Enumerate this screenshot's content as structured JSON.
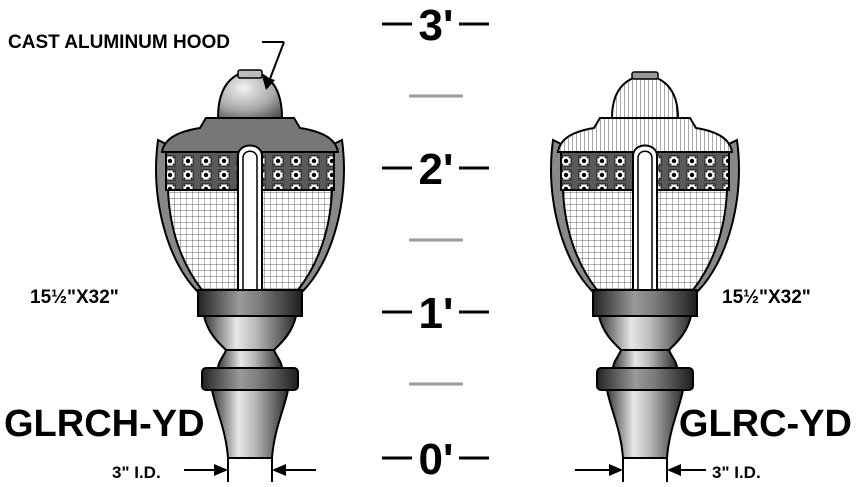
{
  "callout": {
    "text": "CAST ALUMINUM HOOD"
  },
  "scale": {
    "mark_3": "3'",
    "mark_2": "2'",
    "mark_1": "1'",
    "mark_0": "0'"
  },
  "left_fixture": {
    "model": "GLRCH-YD",
    "size": "15½\"X32\"",
    "id_dim": "3\" I.D."
  },
  "right_fixture": {
    "model": "GLRC-YD",
    "size": "15½\"X32\"",
    "id_dim": "3\" I.D."
  },
  "colors": {
    "line": "#000000",
    "metal_dark": "#4a4a4a",
    "metal_light": "#d9d9d9",
    "scale_minor": "#999999"
  }
}
